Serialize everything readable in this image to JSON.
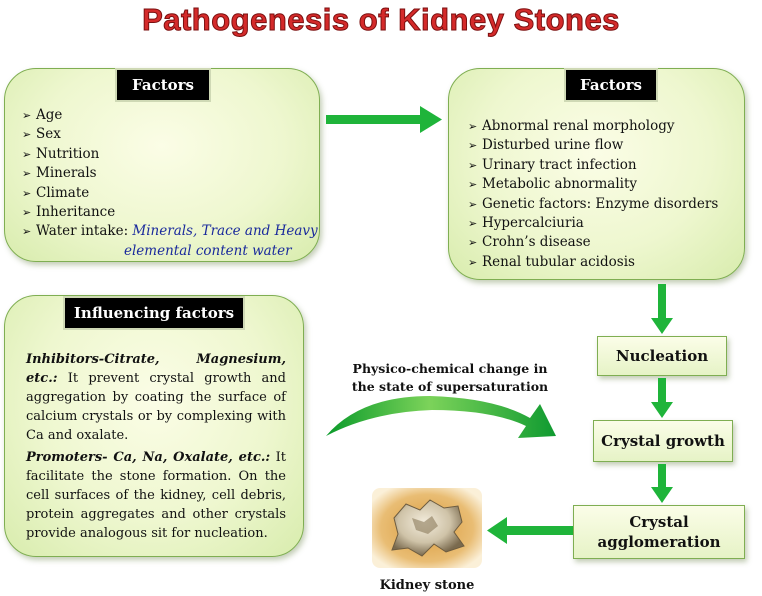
{
  "title": "Pathogenesis of Kidney Stones",
  "left_factors": {
    "header": "Factors",
    "items": [
      "Age",
      "Sex",
      "Nutrition",
      "Minerals",
      "Climate",
      "Inheritance",
      "Water intake:"
    ],
    "water_note_line1": "Minerals, Trace and Heavy",
    "water_note_line2": "elemental content water"
  },
  "right_factors": {
    "header": "Factors",
    "items": [
      "Abnormal renal morphology",
      "Disturbed urine flow",
      "Urinary tract infection",
      "Metabolic abnormality",
      "Genetic factors: Enzyme disorders",
      "Hypercalciuria",
      "Crohn’s disease",
      "Renal tubular acidosis"
    ]
  },
  "influencing": {
    "header": "Influencing factors",
    "inhibitors_title": "Inhibitors-Citrate, Magnesium, etc.:",
    "inhibitors_text": "It prevent crystal growth and aggregation by coating the surface of calcium crystals or by complexing with Ca and oxalate.",
    "promoters_title": "Promoters- Ca, Na, Oxalate, etc.:",
    "promoters_text": "It facilitate the stone formation. On the cell surfaces of the kidney, cell debris, protein aggregates and other crystals provide analogous sit for nucleation."
  },
  "change_label_line1": "Physico-chemical change in",
  "change_label_line2": "the state of supersaturation",
  "steps": {
    "nucleation": "Nucleation",
    "growth": "Crystal growth",
    "agglomeration_line1": "Crystal",
    "agglomeration_line2": "agglomeration"
  },
  "stone_caption": "Kidney stone",
  "colors": {
    "title": "#d42a2a",
    "arrow_green": "#1fb43a",
    "box_fill": "#eef7cf",
    "box_border": "#7fae52"
  }
}
